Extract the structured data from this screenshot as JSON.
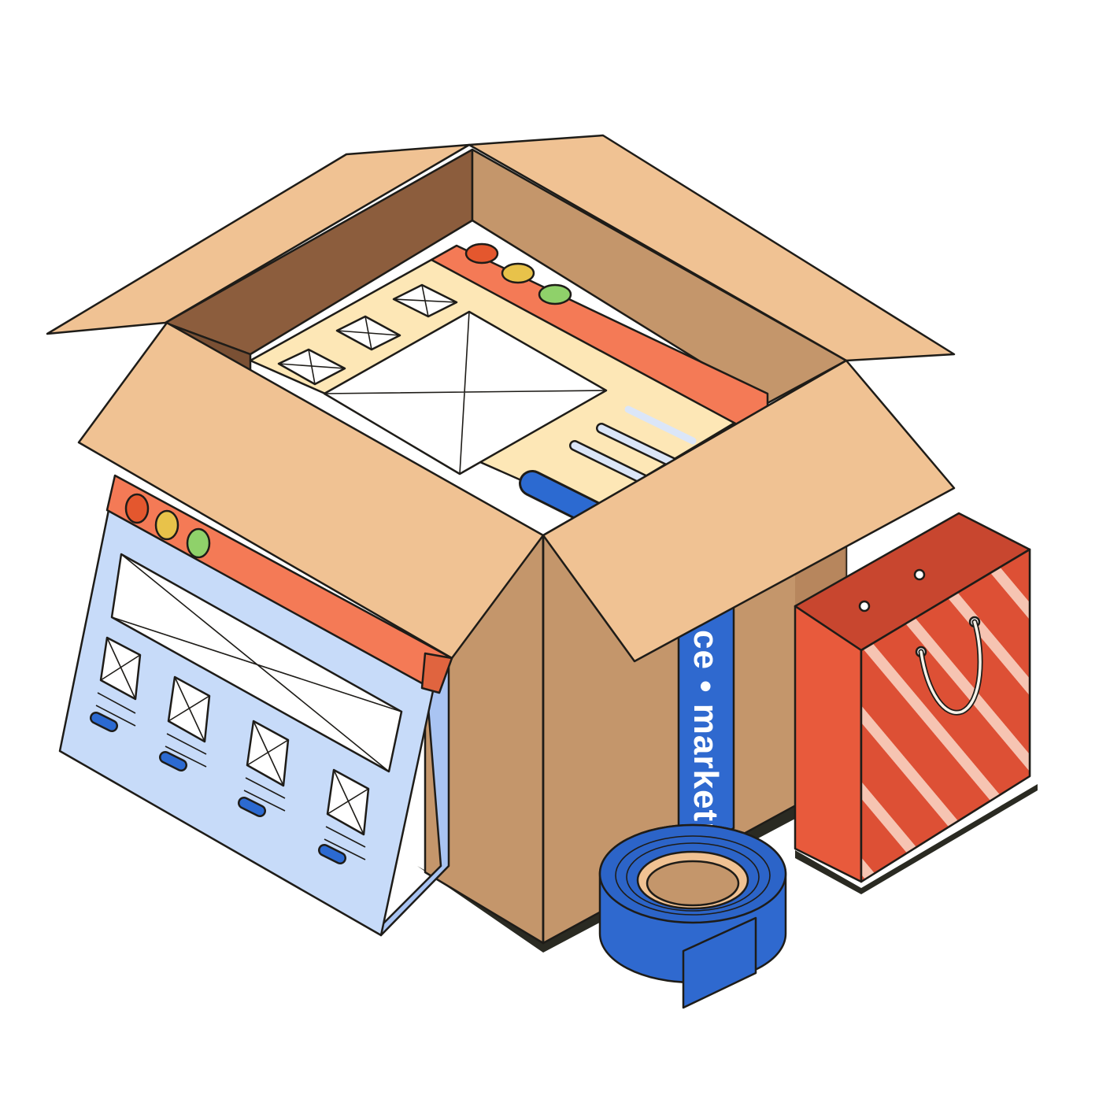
{
  "tape": {
    "label": "ce • marketpl"
  },
  "colors": {
    "cardboard_light": "#f0c293",
    "cardboard_mid": "#c4966b",
    "cardboard_dark": "#8c5d3d",
    "cardboard_shade": "#ad7a52",
    "titlebar_orange": "#f47a56",
    "screen_cream": "#fde7b6",
    "screen_blue": "#c7dbf9",
    "button_blue": "#2c6ad1",
    "tape_blue": "#2f69cf",
    "bag_red": "#dd5035",
    "dot_red": "#e4572e",
    "dot_yellow": "#e8c24a",
    "dot_green": "#8fd16a",
    "shadow": "#2a2a22"
  },
  "objects": {
    "box": "open-cardboard-box",
    "inner_window": "website-wireframe-window",
    "front_window": "storefront-wireframe-window",
    "tape_roll": "blue-packing-tape-roll",
    "bag": "striped-shopping-bag"
  }
}
